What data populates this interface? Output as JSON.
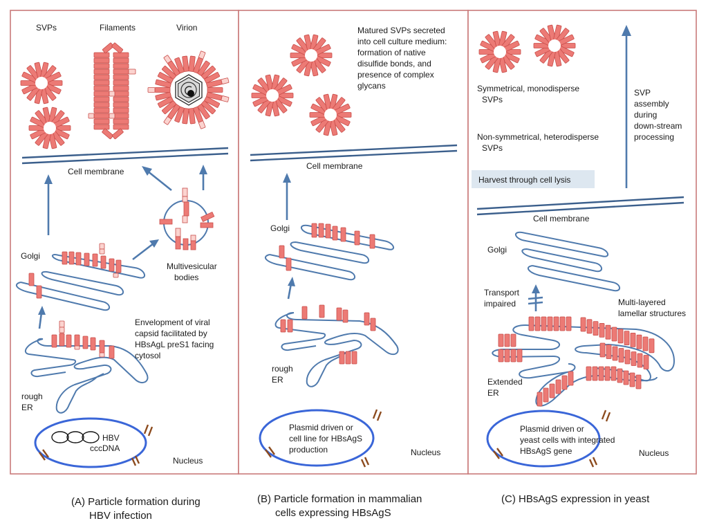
{
  "figure": {
    "panels": [
      {
        "id": "A",
        "caption_line1": "(A) Particle formation during",
        "caption_line2": "HBV infection",
        "labels": {
          "svps": "SVPs",
          "filaments": "Filaments",
          "virion": "Virion",
          "cell_membrane": "Cell membrane",
          "golgi": "Golgi",
          "multivesicular_line1": "Multivesicular",
          "multivesicular_line2": "bodies",
          "envelopment_line1": "Envelopment of viral",
          "envelopment_line2": "capsid facilitated by",
          "envelopment_line3": "HBsAgL preS1 facing",
          "envelopment_line4": "cytosol",
          "rough_er_line1": "rough",
          "rough_er_line2": "ER",
          "hbv_line1": "HBV",
          "hbv_line2": "cccDNA",
          "nucleus": "Nucleus"
        }
      },
      {
        "id": "B",
        "caption_line1": "(B) Particle formation in mammalian",
        "caption_line2": "cells expressing HBsAgS",
        "labels": {
          "secreted_line1": "Matured SVPs secreted",
          "secreted_line2": "into cell culture medium:",
          "secreted_line3": "formation of native",
          "secreted_line4": "disulfide bonds, and",
          "secreted_line5": "presence of complex",
          "secreted_line6": "glycans",
          "cell_membrane": "Cell membrane",
          "golgi": "Golgi",
          "rough_er_line1": "rough",
          "rough_er_line2": "ER",
          "plasmid_line1": "Plasmid driven or",
          "plasmid_line2": "cell line for HBsAgS",
          "plasmid_line3": "production",
          "nucleus": "Nucleus"
        }
      },
      {
        "id": "C",
        "caption_line1": "(C) HBsAgS expression in yeast",
        "labels": {
          "symmetrical_line1": "Symmetrical, monodisperse",
          "symmetrical_line2": "SVPs",
          "nonsym_line1": "Non-symmetrical, heterodisperse",
          "nonsym_line2": "SVPs",
          "harvest": "Harvest through cell lysis",
          "svp_line1": "SVP",
          "svp_line2": "assembly",
          "svp_line3": "during",
          "svp_line4": "down-stream",
          "svp_line5": "processing",
          "cell_membrane": "Cell membrane",
          "golgi": "Golgi",
          "transport_line1": "Transport",
          "transport_line2": "impaired",
          "lamellar_line1": "Multi-layered",
          "lamellar_line2": "lamellar structures",
          "extended_er_line1": "Extended",
          "extended_er_line2": "ER",
          "plasmid_line1": "Plasmid driven or",
          "plasmid_line2": "yeast cells with integrated",
          "plasmid_line3": "HBsAgS gene",
          "nucleus": "Nucleus"
        }
      }
    ],
    "colors": {
      "panel_border": "#c97a7a",
      "membrane": "#3b5f8c",
      "organelle": "#4f7aad",
      "protein": "#ec7a75",
      "protein_light": "#fbd3cf",
      "nucleus": "#3a66d8",
      "pore": "#8c4b1e",
      "harvest_box": "#dde7f0"
    }
  }
}
